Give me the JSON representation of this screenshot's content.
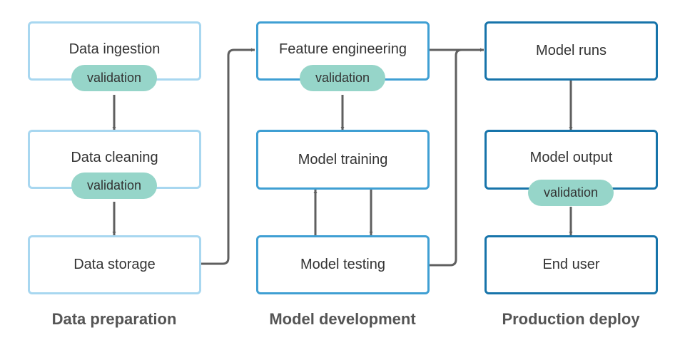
{
  "columns": {
    "data_preparation": {
      "title": "Data preparation",
      "steps": {
        "ingestion": {
          "label": "Data ingestion",
          "badge": "validation"
        },
        "cleaning": {
          "label": "Data cleaning",
          "badge": "validation"
        },
        "storage": {
          "label": "Data storage"
        }
      }
    },
    "model_development": {
      "title": "Model development",
      "steps": {
        "feature_engineering": {
          "label": "Feature engineering",
          "badge": "validation"
        },
        "training": {
          "label": "Model training"
        },
        "testing": {
          "label": "Model testing"
        }
      }
    },
    "production_deploy": {
      "title": "Production deploy",
      "steps": {
        "runs": {
          "label": "Model runs"
        },
        "output": {
          "label": "Model output",
          "badge": "validation"
        },
        "end_user": {
          "label": "End user"
        }
      }
    }
  },
  "colors": {
    "data_preparation_border": "#A8D7F0",
    "model_development_border": "#3F9FD3",
    "production_deploy_border": "#1774AA",
    "validation_badge": "#96D5C9",
    "arrow": "#5F5F5F"
  }
}
